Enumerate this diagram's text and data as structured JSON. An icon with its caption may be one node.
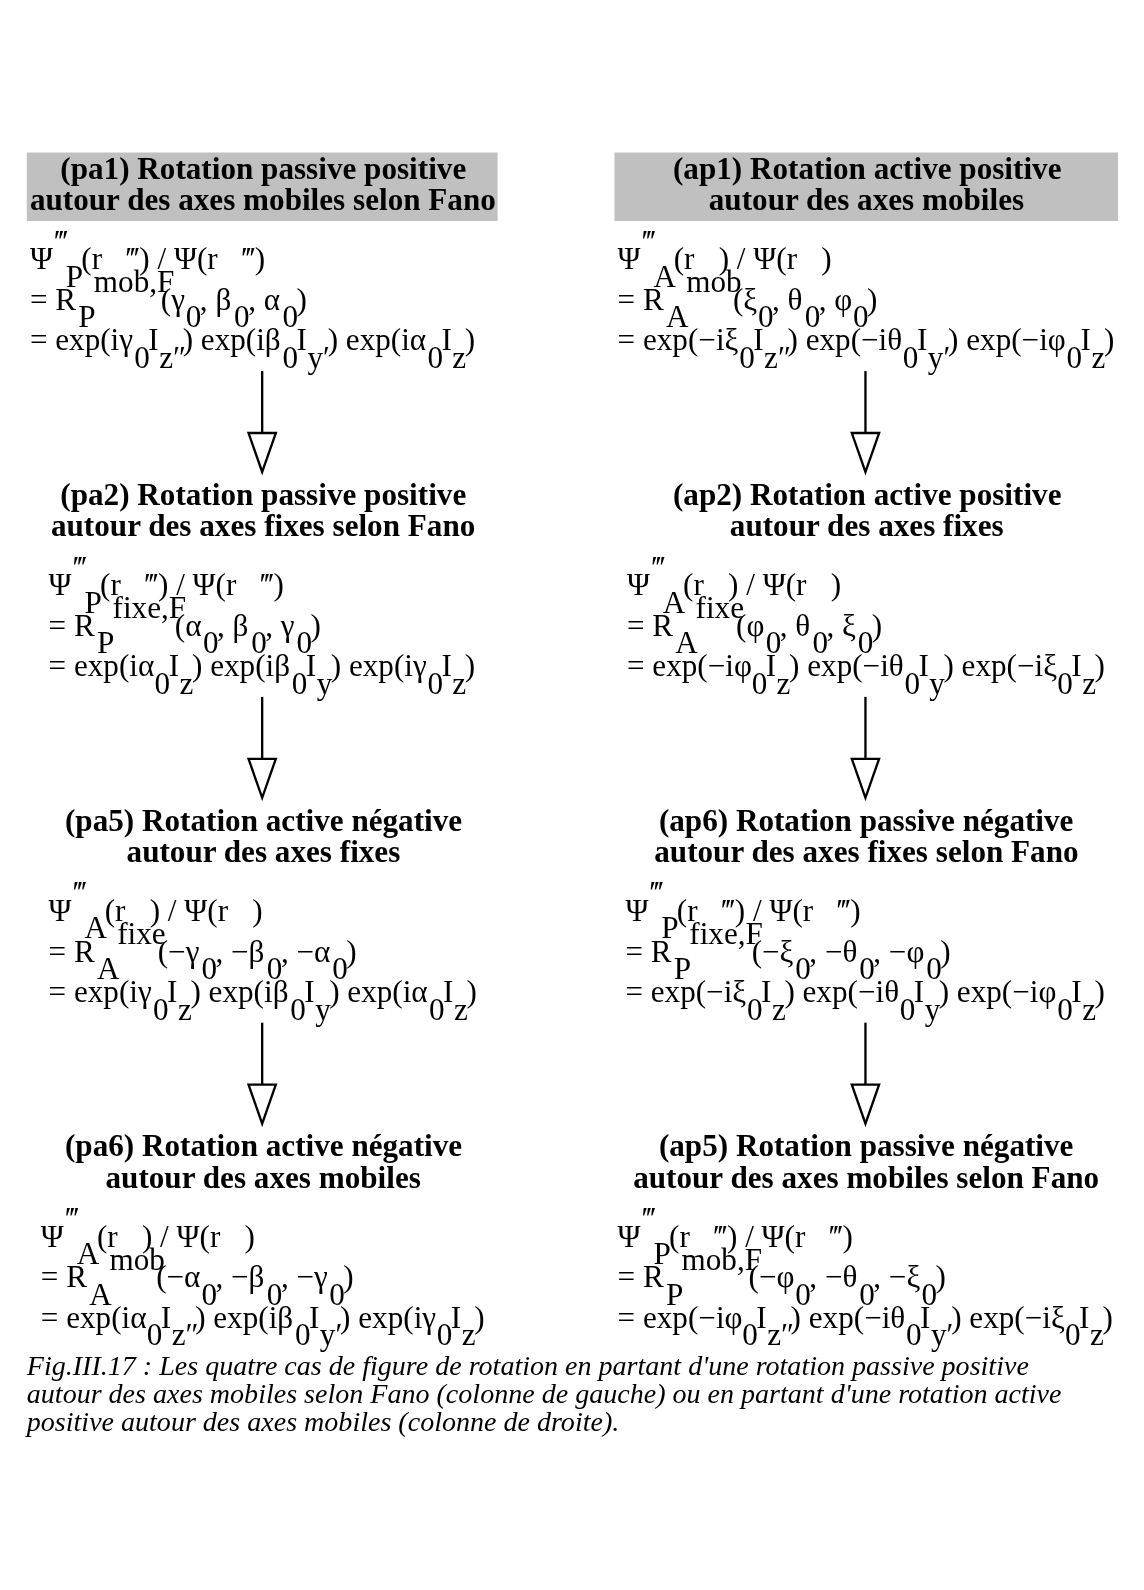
{
  "diagram": {
    "caption": "Fig.III.17 : Les quatre cas de figure de rotation en partant d'une rotation passive positive autour des axes mobiles selon Fano (colonne de gauche) ou en partant d'une rotation active positive autour des axes mobiles (colonne de droite).",
    "nodes": [
      {
        "text": [
          "(pa1) Rotation passive positive autour des axes mobiles selon Fano",
          "Ψ$^{‴}$$_{P}$(r⃗‴) / Ψ(r⃗‴)",
          "= R$_{P}$$^{mob,F}$(γ$_{0}$, β$_{0}$, α$_{0}$)",
          "= exp(iγ$_{0}$I$_{z″}$) exp(iβ$_{0}$I$_{y′}$) exp(iα$_{0}$I$_{z}$)"
        ]
      },
      {
        "text": [
          "(pa2) Rotation passive positive autour des axes fixes selon Fano",
          "Ψ$^{‴}$$_{P}$(r⃗‴) / Ψ(r⃗‴)",
          "= R$_{P}$$^{fixe,F}$(α$_{0}$, β$_{0}$, γ$_{0}$)",
          "= exp(iα$_{0}$I$_{z}$) exp(iβ$_{0}$I$_{y}$) exp(iγ$_{0}$I$_{z}$)"
        ]
      },
      {
        "text": [
          "(pa5) Rotation active négative autour des axes fixes",
          "Ψ$^{‴}$$_{A}$(r⃗) / Ψ(r⃗)",
          "= R$_{A}$$^{fixe}$(−γ$_{0}$, −β$_{0}$, −α$_{0}$)",
          "= exp(iγ$_{0}$I$_{z}$) exp(iβ$_{0}$I$_{y}$) exp(iα$_{0}$I$_{z}$)"
        ]
      },
      {
        "text": [
          "(pa6) Rotation active négative autour des axes mobiles",
          "Ψ$^{‴}$$_{A}$(r⃗) / Ψ(r⃗)",
          "= R$_{A}$$^{mob}$(−α$_{0}$, −β$_{0}$, −γ$_{0}$)",
          "= exp(iα$_{0}$I$_{z″}$) exp(iβ$_{0}$I$_{y′}$) exp(iγ$_{0}$I$_{z}$)"
        ]
      },
      {
        "text": [
          "(ap1) Rotation active positive autour des axes mobiles",
          "Ψ$^{‴}$$_{A}$(r⃗) / Ψ(r⃗)",
          "= R$_{A}$$^{mob}$(ξ$_{0}$, θ$_{0}$, φ$_{0}$)",
          "= exp(−iξ$_{0}$I$_{z″}$) exp(−iθ$_{0}$I$_{y′}$) exp(−iφ$_{0}$I$_{z}$)"
        ]
      },
      {
        "text": [
          "(ap2) Rotation active positive autour des axes fixes",
          "Ψ$^{‴}$$_{A}$(r⃗) / Ψ(r⃗)",
          "= R$_{A}$$^{fixe}$(φ$_{0}$, θ$_{0}$, ξ$_{0}$)",
          "= exp(−iφ$_{0}$I$_{z}$) exp(−iθ$_{0}$I$_{y}$) exp(−iξ$_{0}$I$_{z}$)"
        ]
      },
      {
        "text": [
          "(ap6) Rotation passive négative autour des axes fixes selon Fano",
          "Ψ$^{‴}$$_{P}$(r⃗‴) / Ψ(r⃗‴)",
          "= R$_{P}$$^{fixe,F}$(−ξ$_{0}$, −θ$_{0}$, −φ$_{0}$)",
          "= exp(−iξ$_{0}$I$_{z}$) exp(−iθ$_{0}$I$_{y}$) exp(−iφ$_{0}$I$_{z}$)"
        ]
      },
      {
        "text": [
          "(ap5) Rotation passive négative autour des axes mobiles selon Fano",
          "Ψ$^{‴}$$_{P}$(r⃗‴) / Ψ(r⃗‴)",
          "= R$_{P}$$^{mob,F}$(−φ$_{0}$, −θ$_{0}$, −ξ$_{0}$)",
          "= exp(−iφ$_{0}$I$_{z″}$) exp(−iθ$_{0}$I$_{y′}$) exp(−iξ$_{0}$I$_{z}$)"
        ]
      }
    ],
    "edges": [
      {
        "from": 0,
        "to": 1,
        "arrow": "to"
      },
      {
        "from": 1,
        "to": 2,
        "arrow": "to"
      },
      {
        "from": 2,
        "to": 3,
        "arrow": "to"
      },
      {
        "from": 4,
        "to": 5,
        "arrow": "to"
      },
      {
        "from": 5,
        "to": 6,
        "arrow": "to"
      },
      {
        "from": 6,
        "to": 7,
        "arrow": "to"
      }
    ]
  }
}
